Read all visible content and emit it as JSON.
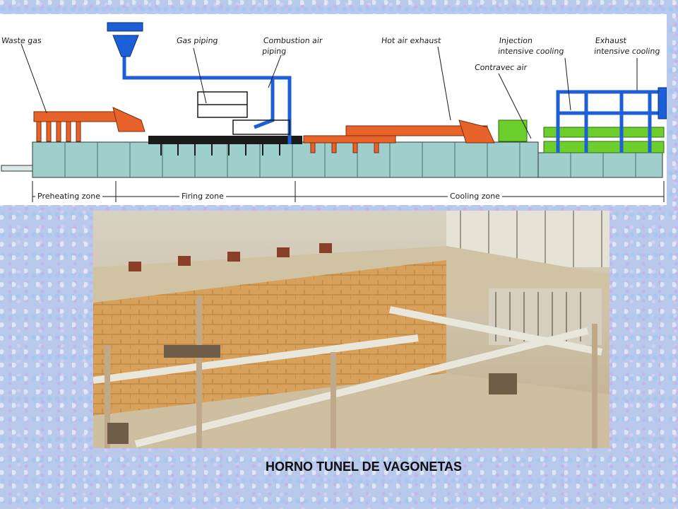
{
  "diagram": {
    "labels": {
      "waste_gas": "Waste gas",
      "gas_piping": "Gas piping",
      "combustion_air": "Combustion air\npiping",
      "hot_air_exhaust": "Hot air exhaust",
      "injection": "Injection\nintensive cooling",
      "exhaust": "Exhaust\nintensive cooling",
      "contravec": "Contravec air"
    },
    "zones": {
      "preheating": "Preheating zone",
      "firing": "Firing zone",
      "cooling": "Cooling zone"
    },
    "colors": {
      "kiln_body": "#9fcfcc",
      "orange_ducts": "#e8632a",
      "blue_ducts": "#1c5fd6",
      "green_ducts": "#6ccf2c"
    }
  },
  "photo": {
    "description_icon": "tunnel-kiln-factory-photo"
  },
  "caption": "HORNO TUNEL DE VAGONETAS"
}
